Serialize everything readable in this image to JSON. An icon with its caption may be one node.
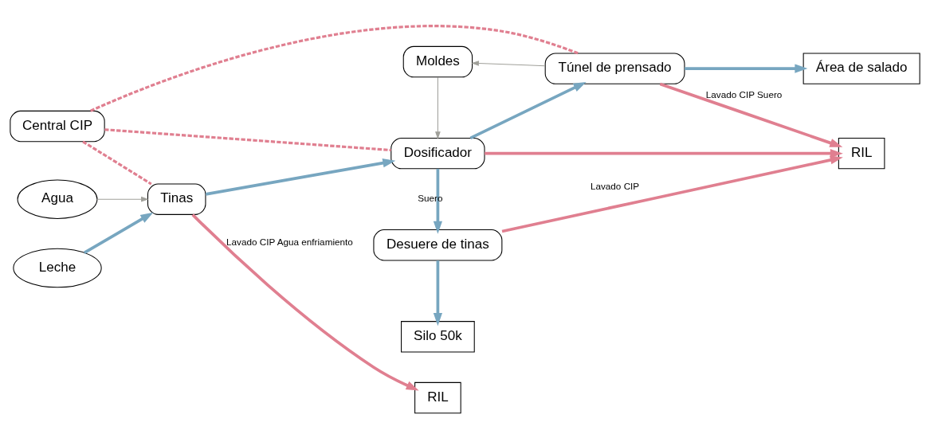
{
  "diagram": {
    "nodes": [
      {
        "text": [
          "Silo 50k"
        ]
      },
      {
        "text": [
          "Central CIP"
        ]
      },
      {
        "text": [
          "Desuere de tinas"
        ]
      },
      {
        "text": [
          "RIL"
        ]
      },
      {
        "text": [
          "Agua"
        ]
      },
      {
        "text": [
          "Tinas"
        ]
      },
      {
        "text": [
          "Dosificador"
        ]
      },
      {
        "text": [
          "Túnel de prensado"
        ]
      },
      {
        "text": [
          "Área de salado"
        ]
      },
      {
        "text": [
          "Leche"
        ]
      },
      {
        "text": [
          "RIL"
        ]
      },
      {
        "text": [
          "Moldes"
        ]
      }
    ],
    "edges": [
      {
        "from": 4,
        "to": 5,
        "arrow": "to",
        "color": "#a0a09a"
      },
      {
        "from": 9,
        "to": 5,
        "arrow": "to",
        "color": "#77a6c0"
      },
      {
        "from": 1,
        "to": 5,
        "arrow": "none",
        "style": "dashed"
      },
      {
        "from": 1,
        "to": 6,
        "arrow": "none",
        "style": "dashed"
      },
      {
        "from": 1,
        "to": 7,
        "arrow": "none",
        "style": "dashed"
      },
      {
        "from": 5,
        "to": 6,
        "arrow": "to",
        "color": "#77a6c0"
      },
      {
        "from": 5,
        "to": 10,
        "label": "Lavado CIP Agua enfriamiento",
        "arrow": "to"
      },
      {
        "from": 6,
        "to": 2,
        "label": "Suero",
        "arrow": "to",
        "color": "#77a6c0"
      },
      {
        "from": 2,
        "to": 0,
        "arrow": "to",
        "color": "#77a6c0"
      },
      {
        "from": 2,
        "to": 3,
        "label": "Lavado CIP",
        "arrow": "to"
      },
      {
        "from": 6,
        "to": 3,
        "arrow": "to"
      },
      {
        "from": 6,
        "to": 7,
        "arrow": "to",
        "color": "#77a6c0"
      },
      {
        "from": 7,
        "to": 3,
        "label": "Lavado CIP Suero",
        "arrow": "to"
      },
      {
        "from": 7,
        "to": 8,
        "arrow": "to",
        "color": "#77a6c0"
      },
      {
        "from": 7,
        "to": 11,
        "arrow": "to",
        "color": "#a0a09a"
      },
      {
        "from": 11,
        "to": 6,
        "arrow": "to",
        "color": "#a0a09a"
      }
    ]
  }
}
